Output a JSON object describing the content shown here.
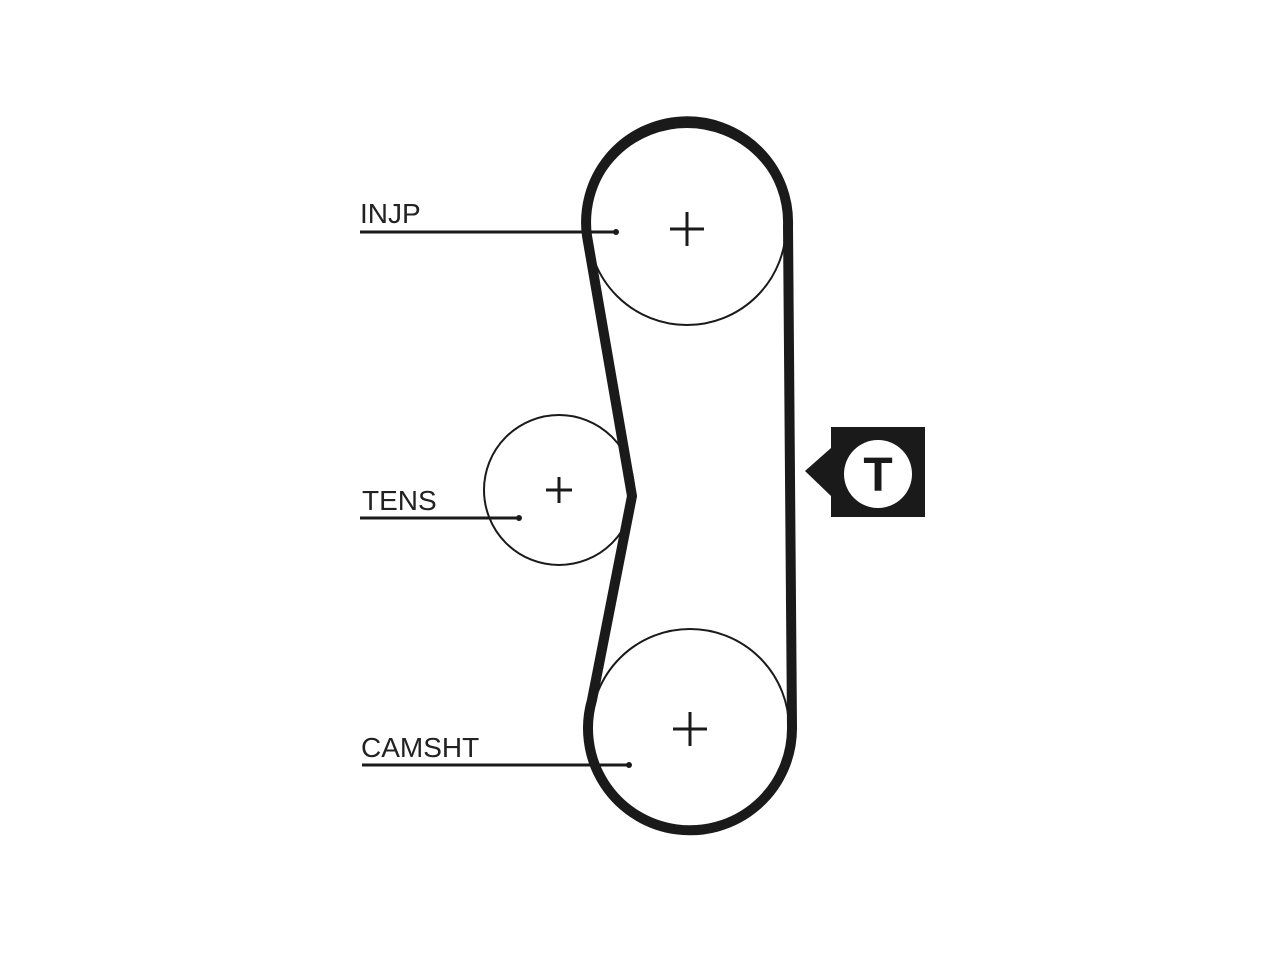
{
  "labels": {
    "injp": "INJP",
    "tens": "TENS",
    "camsht": "CAMSHT"
  },
  "badge": {
    "letter": "T"
  },
  "colors": {
    "line": "#1a1a1a",
    "background": "#ffffff"
  }
}
